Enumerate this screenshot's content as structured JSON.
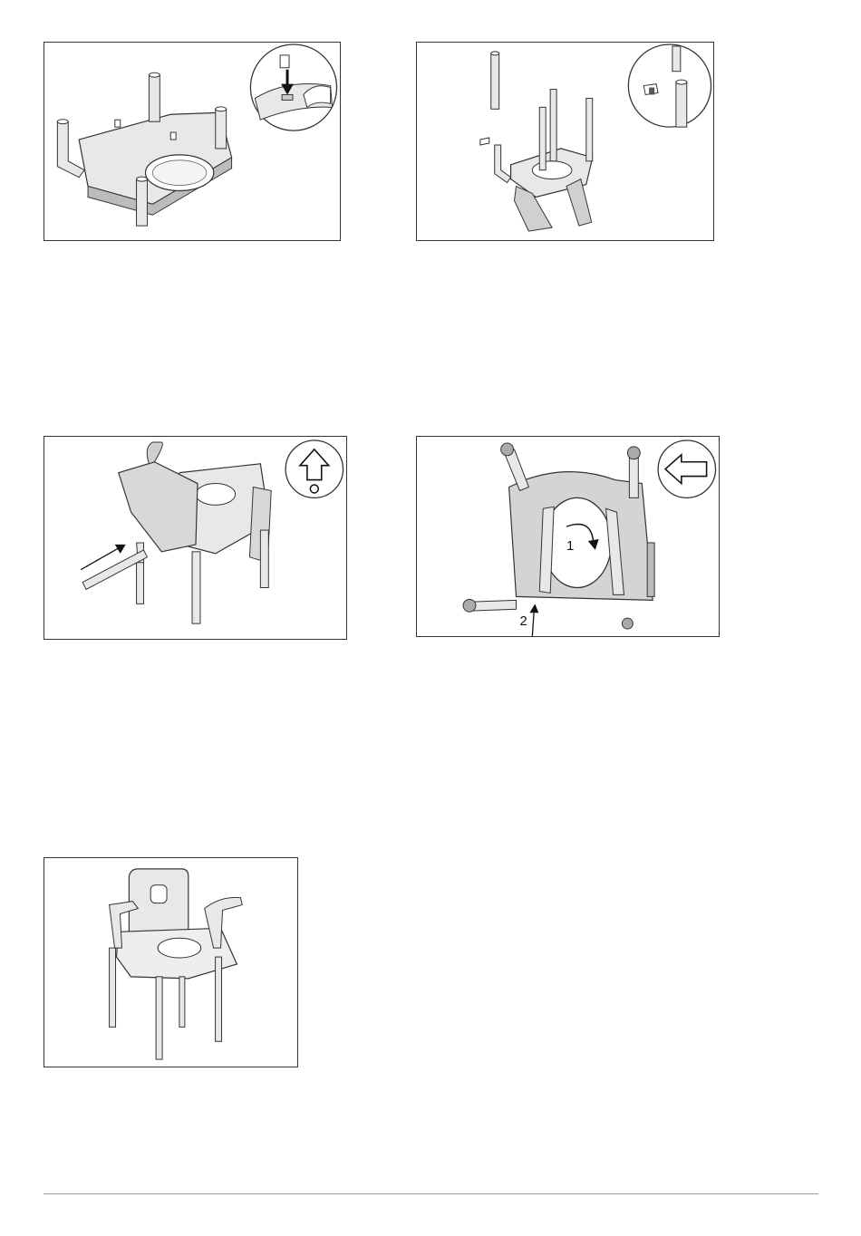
{
  "figures": [
    {
      "id": "fig1",
      "caption": ""
    },
    {
      "id": "fig2",
      "caption": ""
    },
    {
      "id": "fig3",
      "caption": ""
    },
    {
      "id": "fig4",
      "caption": "",
      "step_labels": [
        "1",
        "2"
      ]
    },
    {
      "id": "fig5",
      "caption": ""
    }
  ],
  "icons": {
    "fig1_detail": "clip-insert-detail-icon",
    "fig2_detail": "tube-plug-detail-icon",
    "fig3_symbol": "arrow-up-unlock-icon",
    "fig4_symbol": "arrow-left-icon"
  },
  "colors": {
    "line": "#333333",
    "fill": "#e8e8e8",
    "dark": "#9a9a9a"
  }
}
